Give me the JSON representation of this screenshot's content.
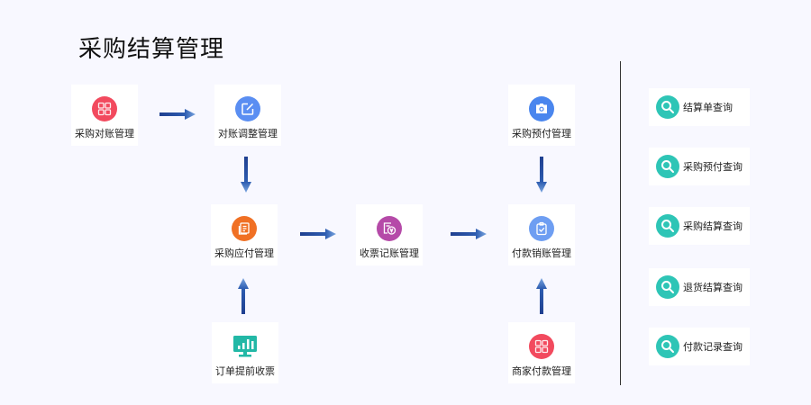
{
  "title": "采购结算管理",
  "colors": {
    "background": "#f8f8ff",
    "arrow": "#2a4fa0",
    "query_icon": "#2ec5b6"
  },
  "nodes": [
    {
      "id": "reconcile",
      "label": "采购对账管理",
      "icon": "grid-icon",
      "color": "#f24a5e"
    },
    {
      "id": "adjust",
      "label": "对账调整管理",
      "icon": "edit-icon",
      "color": "#5a8ef2"
    },
    {
      "id": "payable",
      "label": "采购应付管理",
      "icon": "document-icon",
      "color": "#f07024"
    },
    {
      "id": "invoice",
      "label": "收票记账管理",
      "icon": "invoice-yen-icon",
      "color": "#b54aa8"
    },
    {
      "id": "prepay",
      "label": "采购预付管理",
      "icon": "camera-icon",
      "color": "#4a86ee"
    },
    {
      "id": "writeoff",
      "label": "付款销账管理",
      "icon": "clipboard-check-icon",
      "color": "#6e9ef2"
    },
    {
      "id": "early_invoice",
      "label": "订单提前收票",
      "icon": "monitor-chart-icon",
      "color": "#22b8a6"
    },
    {
      "id": "merchant_pay",
      "label": "商家付款管理",
      "icon": "grid-icon",
      "color": "#f24a5e"
    }
  ],
  "queries": [
    {
      "label": "结算单查询",
      "icon": "search-icon"
    },
    {
      "label": "采购预付查询",
      "icon": "search-icon"
    },
    {
      "label": "采购结算查询",
      "icon": "search-icon"
    },
    {
      "label": "退货结算查询",
      "icon": "search-icon"
    },
    {
      "label": "付款记录查询",
      "icon": "search-icon"
    }
  ]
}
